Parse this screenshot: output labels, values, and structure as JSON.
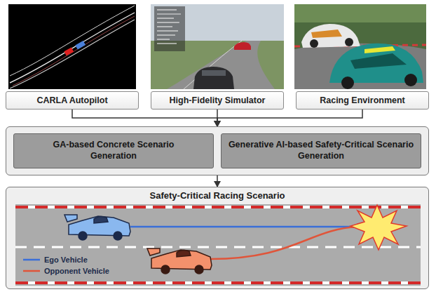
{
  "diagram": {
    "nodes": [
      {
        "text": [
          "CARLA Autopilot"
        ]
      },
      {
        "text": [
          "High-Fidelity Simulator"
        ]
      },
      {
        "text": [
          "Racing Environment"
        ]
      },
      {
        "text": []
      },
      {
        "text": [
          "GA-based Concrete Scenario Generation"
        ],
        "in": 3
      },
      {
        "text": [
          "Generative AI-based Safety-Critical Scenario Generation"
        ],
        "in": 3
      },
      {
        "text": [
          "Safety-Critical Racing Scenario"
        ]
      }
    ],
    "edges": [
      {
        "from": 0,
        "to": 3,
        "arrow": "to"
      },
      {
        "from": 1,
        "to": 3,
        "arrow": "to"
      },
      {
        "from": 2,
        "to": 3,
        "arrow": "to"
      },
      {
        "from": 3,
        "to": 6,
        "arrow": "to"
      }
    ],
    "legend": [
      {
        "text": "Ego Vehicle"
      },
      {
        "text": "Opponent Vehicle"
      }
    ]
  }
}
